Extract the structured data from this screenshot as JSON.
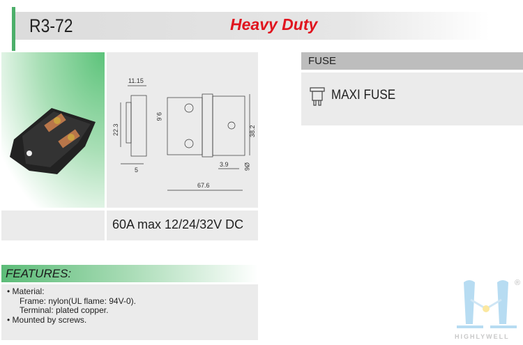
{
  "header": {
    "model": "R3-72",
    "category": "Heavy Duty"
  },
  "drawing": {
    "dimensions": [
      "11.15",
      "9.6",
      "22.3",
      "38.2",
      "5",
      "3.9",
      "Ø6",
      "67.6"
    ]
  },
  "spec": "60A max  12/24/32V DC",
  "features": {
    "heading": "FEATURES:",
    "items": [
      "• Material:",
      "Frame: nylon(UL flame: 94V-0).",
      "Terminal: plated copper.",
      "• Mounted by screws."
    ]
  },
  "fuse": {
    "heading": "FUSE",
    "type": "MAXI FUSE"
  },
  "logo": {
    "text": "HIGHLYWELL",
    "mark": "®"
  },
  "colors": {
    "accent_green": "#4caf6a",
    "title_red": "#e0141e"
  }
}
